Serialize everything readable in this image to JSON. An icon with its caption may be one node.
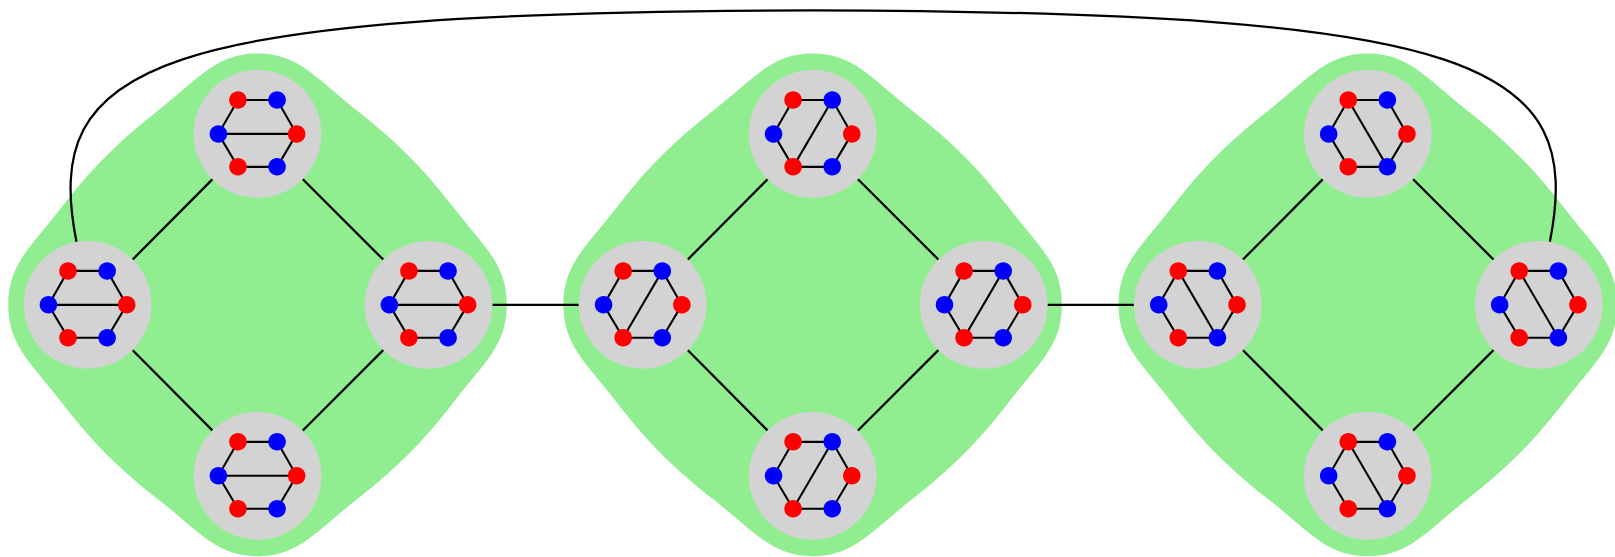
{
  "diagram": {
    "nodes": [
      {
        "text": [],
        "shape": "diamond"
      },
      {
        "text": [],
        "shape": "circle",
        "in": 0
      },
      {
        "text": [],
        "shape": "circle",
        "in": 0
      },
      {
        "text": [],
        "shape": "circle",
        "in": 0
      },
      {
        "text": [],
        "shape": "circle",
        "in": 0
      },
      {
        "text": [],
        "shape": "diamond"
      },
      {
        "text": [],
        "shape": "circle",
        "in": 5
      },
      {
        "text": [],
        "shape": "circle",
        "in": 5
      },
      {
        "text": [],
        "shape": "circle",
        "in": 5
      },
      {
        "text": [],
        "shape": "circle",
        "in": 5
      },
      {
        "text": [],
        "shape": "diamond"
      },
      {
        "text": [],
        "shape": "circle",
        "in": 10
      },
      {
        "text": [],
        "shape": "circle",
        "in": 10
      },
      {
        "text": [],
        "shape": "circle",
        "in": 10
      },
      {
        "text": [],
        "shape": "circle",
        "in": 10
      }
    ],
    "edges": [
      {
        "from": 2,
        "to": 1,
        "arrow": "none"
      },
      {
        "from": 1,
        "to": 3,
        "arrow": "none"
      },
      {
        "from": 2,
        "to": 4,
        "arrow": "none"
      },
      {
        "from": 4,
        "to": 3,
        "arrow": "none"
      },
      {
        "from": 7,
        "to": 6,
        "arrow": "none"
      },
      {
        "from": 6,
        "to": 8,
        "arrow": "none"
      },
      {
        "from": 7,
        "to": 9,
        "arrow": "none"
      },
      {
        "from": 9,
        "to": 8,
        "arrow": "none"
      },
      {
        "from": 12,
        "to": 11,
        "arrow": "none"
      },
      {
        "from": 11,
        "to": 13,
        "arrow": "none"
      },
      {
        "from": 12,
        "to": 14,
        "arrow": "none"
      },
      {
        "from": 14,
        "to": 13,
        "arrow": "none"
      },
      {
        "from": 3,
        "to": 7,
        "arrow": "none"
      },
      {
        "from": 8,
        "to": 12,
        "arrow": "none"
      },
      {
        "from": 2,
        "to": 13,
        "arrow": "none"
      }
    ]
  }
}
